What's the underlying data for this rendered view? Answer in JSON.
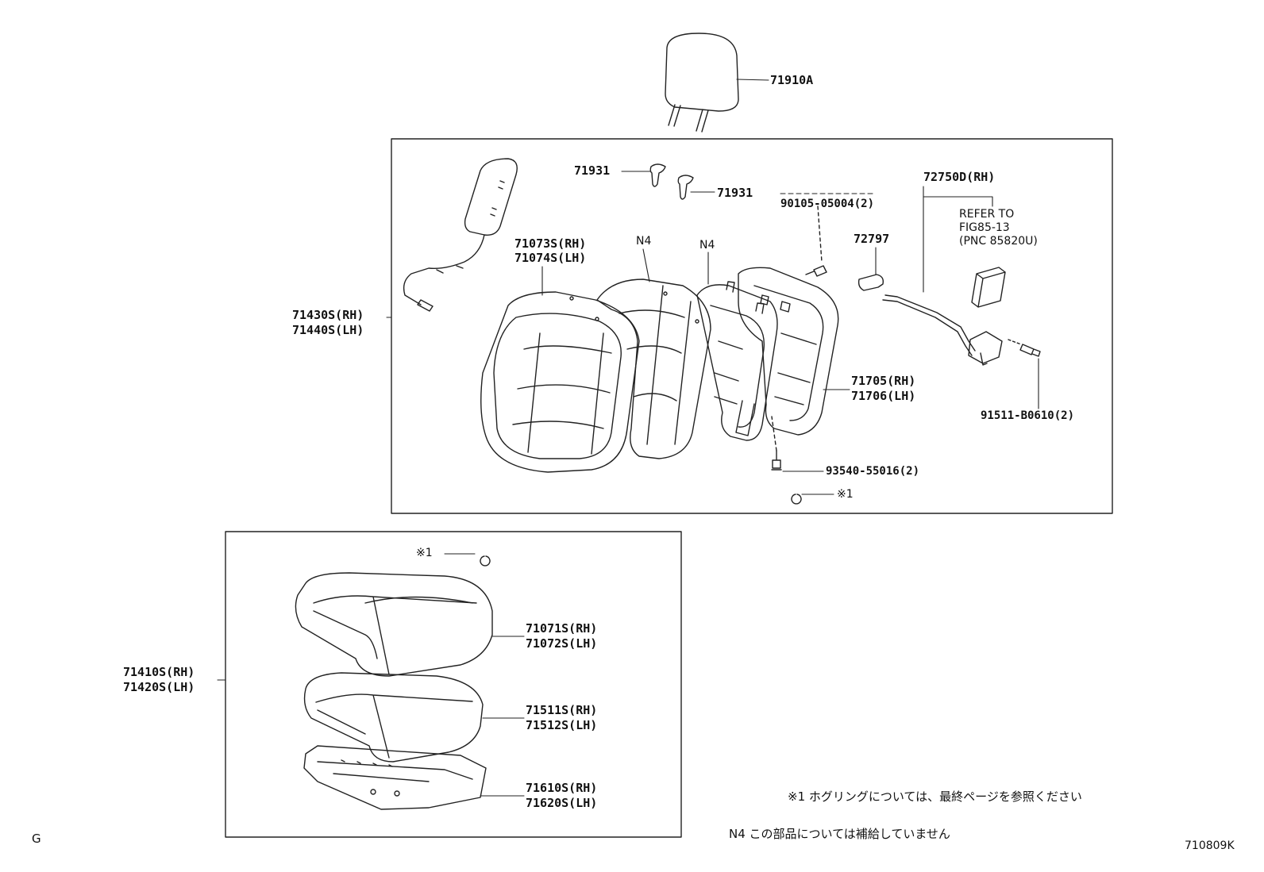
{
  "labels": {
    "headrest": "71910A",
    "clip_a": "71931",
    "clip_b": "71931",
    "bolt_upper": "90105-05004(2)",
    "rod_rh": "72750D(RH)",
    "refer_1": "REFER TO",
    "refer_2": "FIG85-13",
    "refer_3": "(PNC 85820U)",
    "bracket": "72797",
    "back_cover_rh": "71073S(RH)",
    "back_cover_lh": "71074S(LH)",
    "n4_a": "N4",
    "n4_b": "N4",
    "back_assy_rh": "71430S(RH)",
    "back_assy_lh": "71440S(LH)",
    "back_frame_rh": "71705(RH)",
    "back_frame_lh": "71706(LH)",
    "screw": "91511-B0610(2)",
    "bolt_lower": "93540-55016(2)",
    "ring_upper": "※1",
    "ring_lower": "※1",
    "cush_cover_rh": "71071S(RH)",
    "cush_cover_lh": "71072S(LH)",
    "cush_assy_rh": "71410S(RH)",
    "cush_assy_lh": "71420S(LH)",
    "cush_pad_rh": "71511S(RH)",
    "cush_pad_lh": "71512S(LH)",
    "cush_frame_rh": "71610S(RH)",
    "cush_frame_lh": "71620S(LH)"
  },
  "notes": {
    "note1": "※1 ホグリングについては、最終ページを参照ください",
    "note2": "N4 この部品については補給していません"
  },
  "corner": {
    "left": "G",
    "right": "710809K"
  }
}
